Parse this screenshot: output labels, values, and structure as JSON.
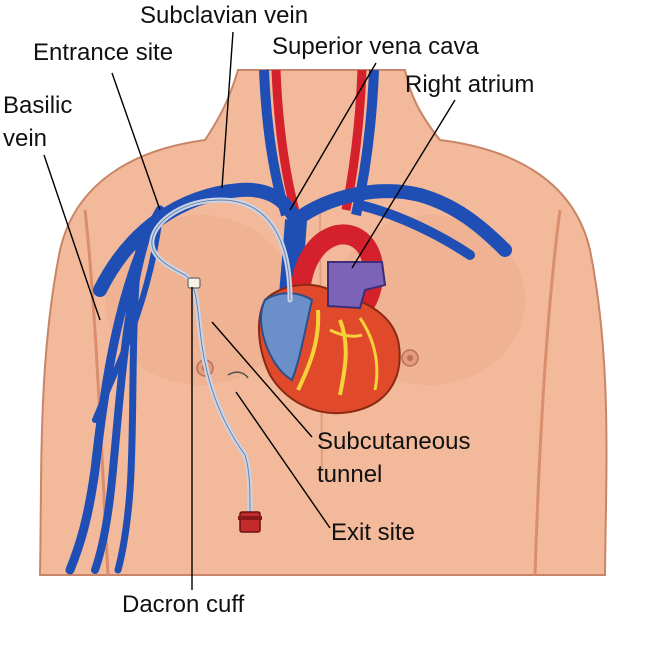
{
  "labels": {
    "subclavian_vein": "Subclavian vein",
    "entrance_site": "Entrance site",
    "superior_vena_cava": "Superior vena cava",
    "right_atrium": "Right atrium",
    "basilic_vein_line1": "Basilic",
    "basilic_vein_line2": "vein",
    "subcutaneous_tunnel_line1": "Subcutaneous",
    "subcutaneous_tunnel_line2": "tunnel",
    "exit_site": "Exit site",
    "dacron_cuff": "Dacron cuff"
  },
  "colors": {
    "skin": "#f2b99a",
    "skin_shadow": "#d98f6e",
    "vein": "#1f4fb5",
    "artery": "#d4212b",
    "heart": "#e04a2a",
    "atrium": "#7b63b8",
    "catheter": "#c9d4e8",
    "cap": "#c42a2a"
  }
}
